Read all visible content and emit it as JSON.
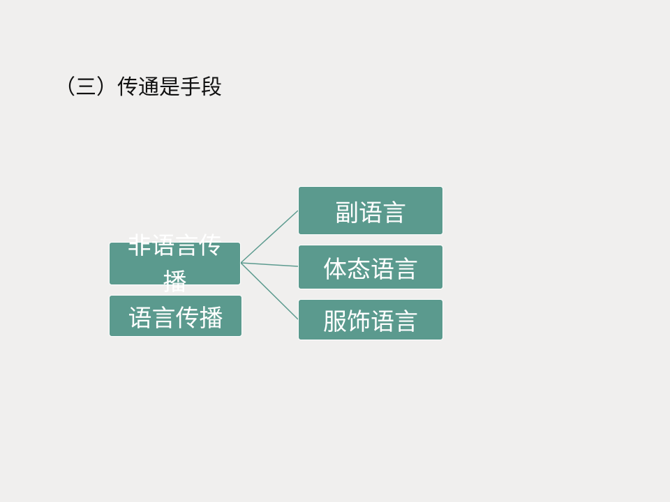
{
  "slide": {
    "title": "（三）传通是手段"
  },
  "diagram": {
    "root_nonverbal": "非语言传播",
    "root_verbal": "语言传播",
    "children": [
      "副语言",
      "体态语言",
      "服饰语言"
    ],
    "colors": {
      "box_fill": "#5b9a8e",
      "connector": "#5b9a8e",
      "box_text": "#ffffff",
      "background": "#f0efee"
    }
  }
}
